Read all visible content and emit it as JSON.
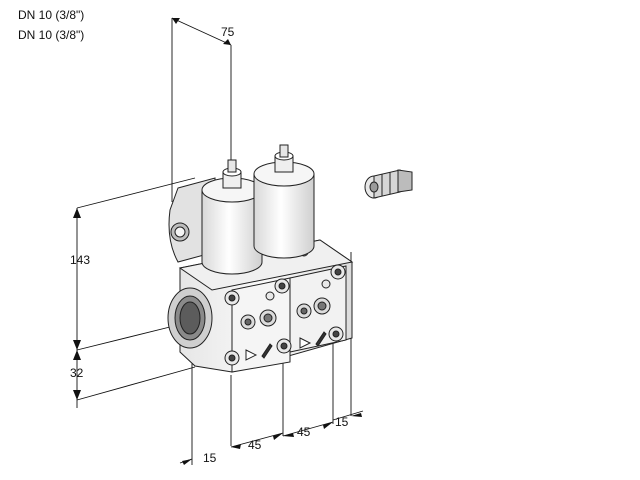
{
  "header": {
    "line1": "DN 10 (3/8\")",
    "line2": "DN 10 (3/8\")"
  },
  "dimensions": {
    "top_depth": "75",
    "height_total": "143",
    "height_inlet": "32",
    "offset_left": "15",
    "spacing_1": "45",
    "spacing_2": "45",
    "offset_right": "15"
  }
}
